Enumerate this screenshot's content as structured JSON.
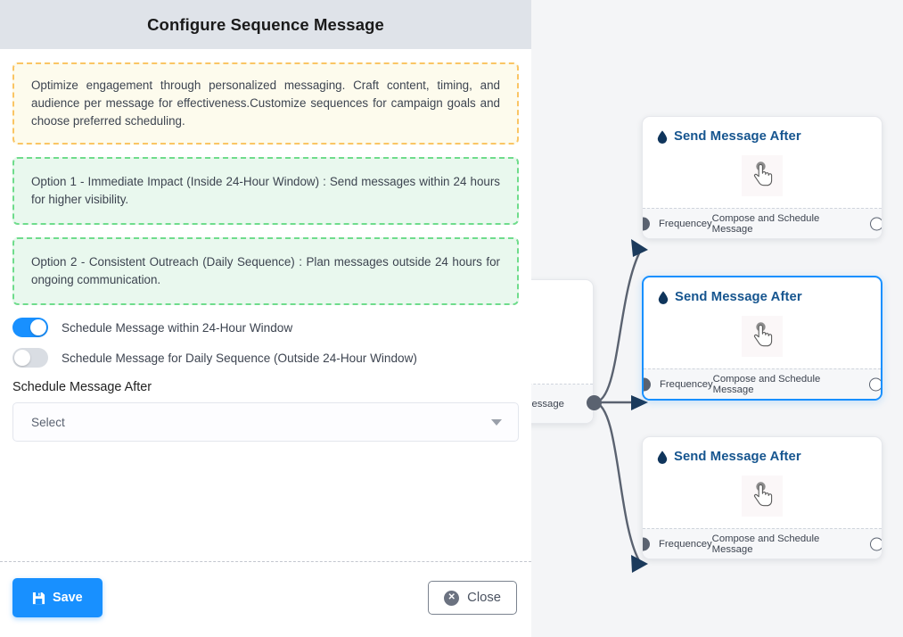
{
  "panel": {
    "title": "Configure Sequence Message",
    "notices": [
      {
        "tone": "warning",
        "text": "Optimize engagement through personalized messaging. Craft content, timing, and audience per message for effectiveness.Customize sequences for campaign goals and choose preferred scheduling."
      },
      {
        "tone": "success",
        "text": "Option 1 - Immediate Impact (Inside 24-Hour Window) : Send messages within 24 hours for higher visibility."
      },
      {
        "tone": "success",
        "text": "Option 2 - Consistent Outreach (Daily Sequence) : Plan messages outside 24 hours for ongoing communication."
      }
    ],
    "toggles": [
      {
        "label": "Schedule Message within 24-Hour Window",
        "state": "on"
      },
      {
        "label": "Schedule Message for Daily Sequence (Outside 24-Hour Window)",
        "state": "off"
      }
    ],
    "schedule_field": {
      "label": "Schedule Message After",
      "value": "Select",
      "caret_icon": "chevron-down-icon"
    },
    "footer": {
      "save_label": "Save",
      "save_icon": "save-disk-icon",
      "close_label": "Close",
      "close_icon": "close-circle-icon"
    }
  },
  "canvas": {
    "partial_node": {
      "label": "ce Message"
    },
    "nodes": [
      {
        "title": "Send Message After",
        "icon": "water-drop-icon",
        "body_icon": "pointing-hand-cursor-icon",
        "foot_left": "Frequencey",
        "foot_right": "Compose and Schedule Message",
        "selected": "false"
      },
      {
        "title": "Send Message After",
        "icon": "water-drop-icon",
        "body_icon": "pointing-hand-cursor-icon",
        "foot_left": "Frequencey",
        "foot_right": "Compose and Schedule Message",
        "selected": "true"
      },
      {
        "title": "Send Message After",
        "icon": "water-drop-icon",
        "body_icon": "pointing-hand-cursor-icon",
        "foot_left": "Frequencey",
        "foot_right": "Compose and Schedule Message",
        "selected": "false"
      }
    ]
  },
  "colors": {
    "accent": "#1890ff",
    "header_bg": "#dfe3e9",
    "canvas_bg": "#f4f5f7",
    "notice_warning_border": "#fac564",
    "notice_warning_bg": "#fdfbed",
    "notice_success_border": "#6fdc8c",
    "notice_success_bg": "#e9f8ee",
    "node_title": "#16558f",
    "edge": "#5a6270"
  }
}
